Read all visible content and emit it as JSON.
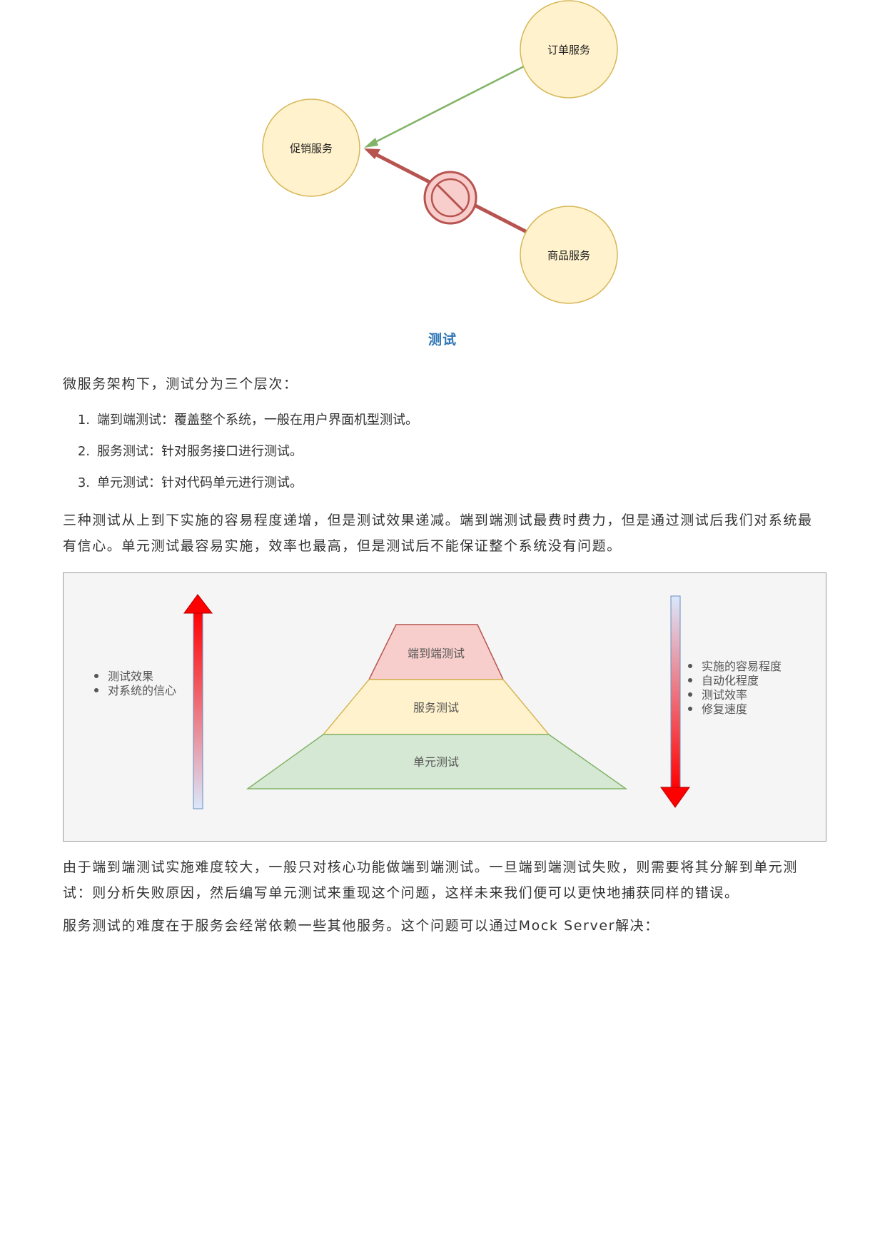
{
  "service_diagram": {
    "nodes": [
      {
        "id": "order",
        "label": "订单服务"
      },
      {
        "id": "promo",
        "label": "促销服务"
      },
      {
        "id": "product",
        "label": "商品服务"
      }
    ],
    "edges": [
      {
        "from": "order",
        "to": "promo",
        "color": "#82b366",
        "status": "allowed"
      },
      {
        "from": "product",
        "to": "promo",
        "color": "#b85450",
        "status": "blocked"
      }
    ],
    "colors": {
      "node_fill": "#fff2cc",
      "node_stroke": "#d6b656",
      "prohibit_fill": "#f8cecc",
      "prohibit_stroke": "#b85450"
    }
  },
  "section_heading": "测试",
  "intro": "微服务架构下，测试分为三个层次：",
  "test_levels": [
    {
      "num": "1.",
      "text": "端到端测试：覆盖整个系统，一般在用户界面机型测试。"
    },
    {
      "num": "2.",
      "text": "服务测试：针对服务接口进行测试。"
    },
    {
      "num": "3.",
      "text": "单元测试：针对代码单元进行测试。"
    }
  ],
  "paragraph_2": "三种测试从上到下实施的容易程度递增，但是测试效果递减。端到端测试最费时费力，但是通过测试后我们对系统最有信心。单元测试最容易实施，效率也最高，但是测试后不能保证整个系统没有问题。",
  "pyramid": {
    "left_bullets": [
      "测试效果",
      "对系统的信心"
    ],
    "layers": [
      {
        "label": "端到端测试",
        "fill": "#f8cecc",
        "stroke": "#b85450"
      },
      {
        "label": "服务测试",
        "fill": "#fff2cc",
        "stroke": "#d6b656"
      },
      {
        "label": "单元测试",
        "fill": "#d5e8d4",
        "stroke": "#82b366"
      }
    ],
    "right_bullets": [
      "实施的容易程度",
      "自动化程度",
      "测试效率",
      "修复速度"
    ],
    "arrow_colors": {
      "head": "#ff0000",
      "gradient_light": "#dae8fc"
    }
  },
  "paragraph_3": "由于端到端测试实施难度较大，一般只对核心功能做端到端测试。一旦端到端测试失败，则需要将其分解到单元测试：则分析失败原因，然后编写单元测试来重现这个问题，这样未来我们便可以更快地捕获同样的错误。",
  "paragraph_4": "服务测试的难度在于服务会经常依赖一些其他服务。这个问题可以通过Mock Server解决："
}
